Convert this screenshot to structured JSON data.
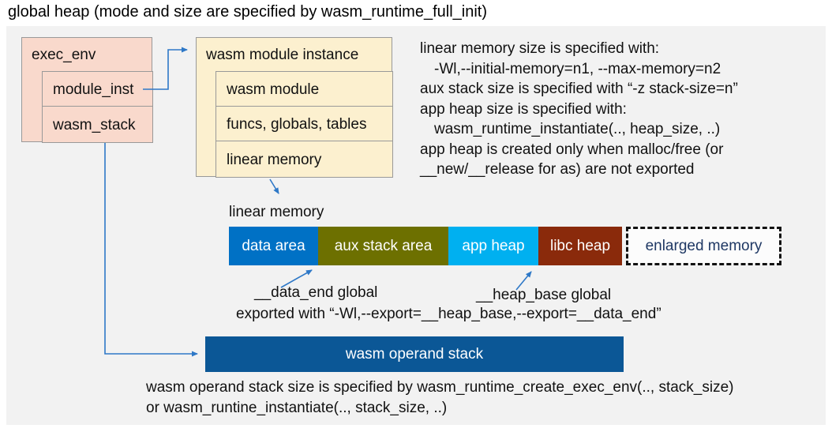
{
  "title": "global heap (mode and size are specified by wasm_runtime_full_init)",
  "colors": {
    "panel_bg": "#F2F2F2",
    "pink_box": "#F9D9CC",
    "cream_box": "#FCF0CF",
    "box_border": "#999999",
    "arrow_blue": "#2E78C7",
    "data_area": "#0071C5",
    "aux_stack_area": "#6D7000",
    "app_heap": "#00B0F0",
    "libc_heap": "#8A2A0B",
    "enlarged_text": "#1F3864",
    "operand_stack_bar": "#0B5796"
  },
  "exec_env_box": {
    "header": "exec_env",
    "rows": [
      "module_inst",
      "wasm_stack"
    ]
  },
  "module_instance_box": {
    "header": "wasm module instance",
    "rows": [
      "wasm module",
      "funcs, globals, tables",
      "linear memory"
    ]
  },
  "notes_right": {
    "lines": [
      "linear memory size is specified with:",
      "-Wl,--initial-memory=n1, --max-memory=n2",
      "aux stack size is specified with “-z stack-size=n”",
      "app heap size is specified with:",
      "wasm_runtime_instantiate(.., heap_size, ..)",
      "app heap is created only when malloc/free (or",
      "__new/__release for as) are not exported"
    ]
  },
  "linear_memory": {
    "label": "linear memory",
    "segments": [
      {
        "label": "data area",
        "color": "#0071C5"
      },
      {
        "label": "aux stack area",
        "color": "#6D7000"
      },
      {
        "label": "app heap",
        "color": "#00B0F0"
      },
      {
        "label": "libc heap",
        "color": "#8A2A0B"
      }
    ],
    "enlarged_label": "enlarged memory"
  },
  "globals_labels": {
    "data_end": "__data_end global",
    "heap_base": "__heap_base global",
    "exported": "exported with “-Wl,--export=__heap_base,--export=__data_end”"
  },
  "operand_stack": {
    "label": "wasm operand stack"
  },
  "notes_bottom": {
    "lines": [
      "wasm operand stack size is specified by wasm_runtime_create_exec_env(.., stack_size)",
      "or wasm_runtine_instantiate(.., stack_size, ..)"
    ]
  }
}
